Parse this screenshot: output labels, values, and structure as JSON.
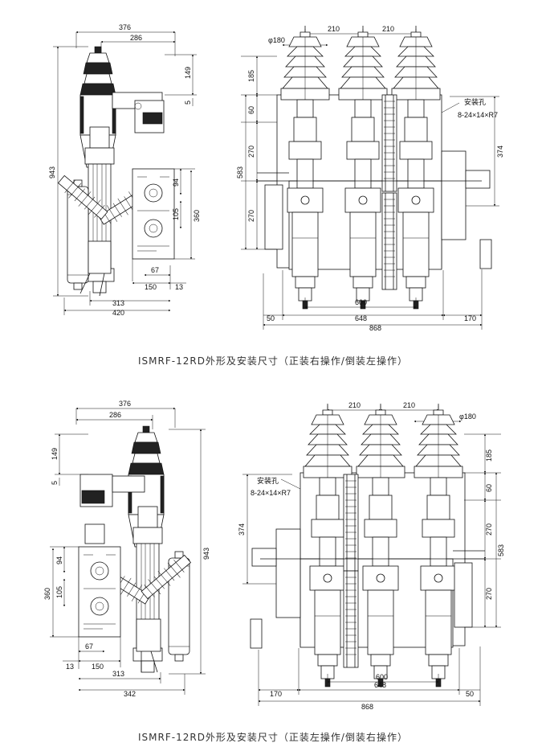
{
  "figure1": {
    "caption": "ISMRF-12RD外形及安装尺寸（正装右操作/倒装左操作）",
    "side_view": {
      "top_dims": [
        "376",
        "286"
      ],
      "right_dims": [
        "149",
        "5"
      ],
      "left_dim": "943",
      "panel_dims": [
        "94",
        "105",
        "360"
      ],
      "bottom_dims": [
        "67",
        "150",
        "13",
        "313",
        "420"
      ]
    },
    "front_view": {
      "phi": "φ180",
      "spacing": [
        "210",
        "210"
      ],
      "left_dims": [
        "185",
        "60",
        "270",
        "583",
        "270"
      ],
      "right_dim": "374",
      "hole_label": "安装孔",
      "hole_spec": "8-24×14×R7",
      "bottom_dims": [
        "600",
        "648",
        "868",
        "50",
        "170"
      ]
    }
  },
  "figure2": {
    "caption": "ISMRF-12RD外形及安装尺寸（正装左操作/倒装右操作）",
    "side_view": {
      "top_dims": [
        "376",
        "286"
      ],
      "left_dims": [
        "149",
        "5"
      ],
      "right_dim": "943",
      "panel_dims": [
        "94",
        "105",
        "360"
      ],
      "bottom_dims": [
        "67",
        "13",
        "150",
        "313",
        "342"
      ]
    },
    "front_view": {
      "phi": "φ180",
      "spacing": [
        "210",
        "210"
      ],
      "right_dims": [
        "185",
        "60",
        "270",
        "583",
        "270"
      ],
      "left_dim": "374",
      "hole_label": "安装孔",
      "hole_spec": "8-24×14×R7",
      "bottom_dims": [
        "600",
        "648",
        "868",
        "170",
        "50"
      ]
    }
  }
}
